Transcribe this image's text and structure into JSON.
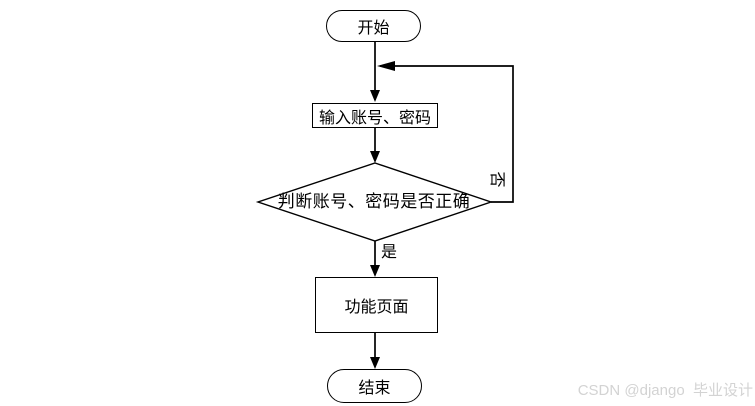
{
  "flowchart": {
    "nodes": {
      "start": {
        "label": "开始",
        "shape": "terminator"
      },
      "input_credentials": {
        "label": "输入账号、密码",
        "shape": "process"
      },
      "check_credentials": {
        "label": "判断账号、密码是否正确",
        "shape": "decision"
      },
      "function_page": {
        "label": "功能页面",
        "shape": "process"
      },
      "end": {
        "label": "结束",
        "shape": "terminator"
      }
    },
    "edge_labels": {
      "yes": "是",
      "no": "否"
    },
    "colors": {
      "line": "#000000",
      "shape_fill": "#ffffff",
      "background": "#ffffff"
    }
  },
  "watermark": {
    "text": "CSDN @django  毕业设计",
    "color": "#d3d3d3"
  }
}
